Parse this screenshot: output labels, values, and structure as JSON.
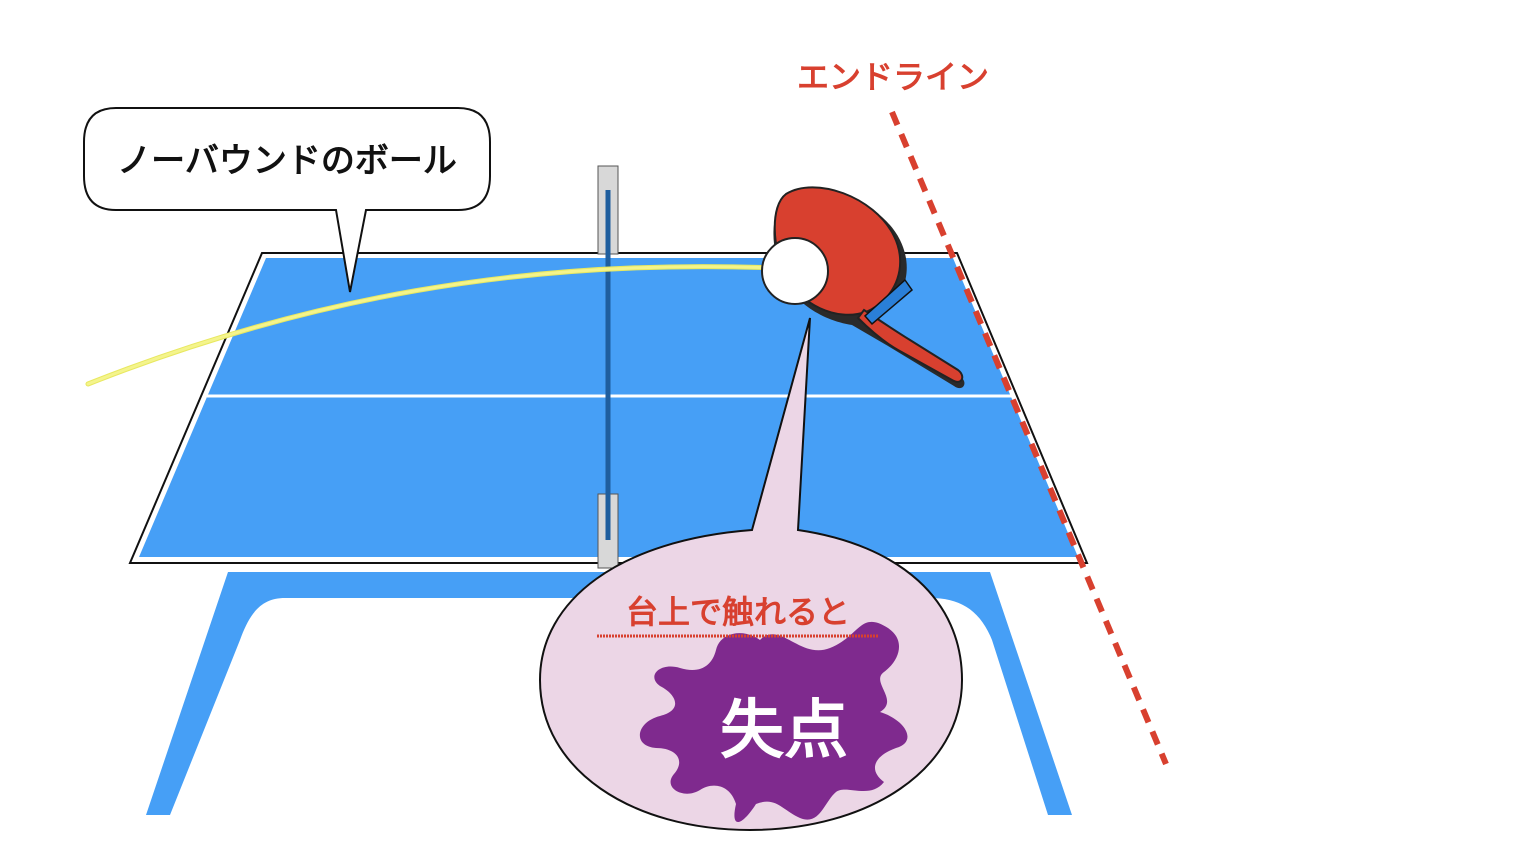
{
  "labels": {
    "end_line": "エンドライン",
    "no_bounce_ball": "ノーバウンドのボール",
    "touch_on_table": "台上で触れると",
    "lose_point": "失点"
  },
  "colors": {
    "table_surface": "#469ff6",
    "table_lines": "#ffffff",
    "net_post": "#d8d8d8",
    "net_line": "#1f5e9e",
    "end_line": "#d8402f",
    "ball_trajectory": "#f4f48c",
    "paddle_rubber": "#d8402f",
    "paddle_handle": "#d8402f",
    "paddle_shadow": "#2a2a2a",
    "ball": "#ffffff",
    "bubble_fill": "#ecd6e6",
    "splat_fill": "#7f2a8e",
    "warning_text": "#d8402f",
    "text_dark": "#111111"
  },
  "icons": {
    "paddle": "table-tennis-paddle-icon",
    "ball": "ping-pong-ball-icon",
    "splat": "splat-burst-icon"
  }
}
